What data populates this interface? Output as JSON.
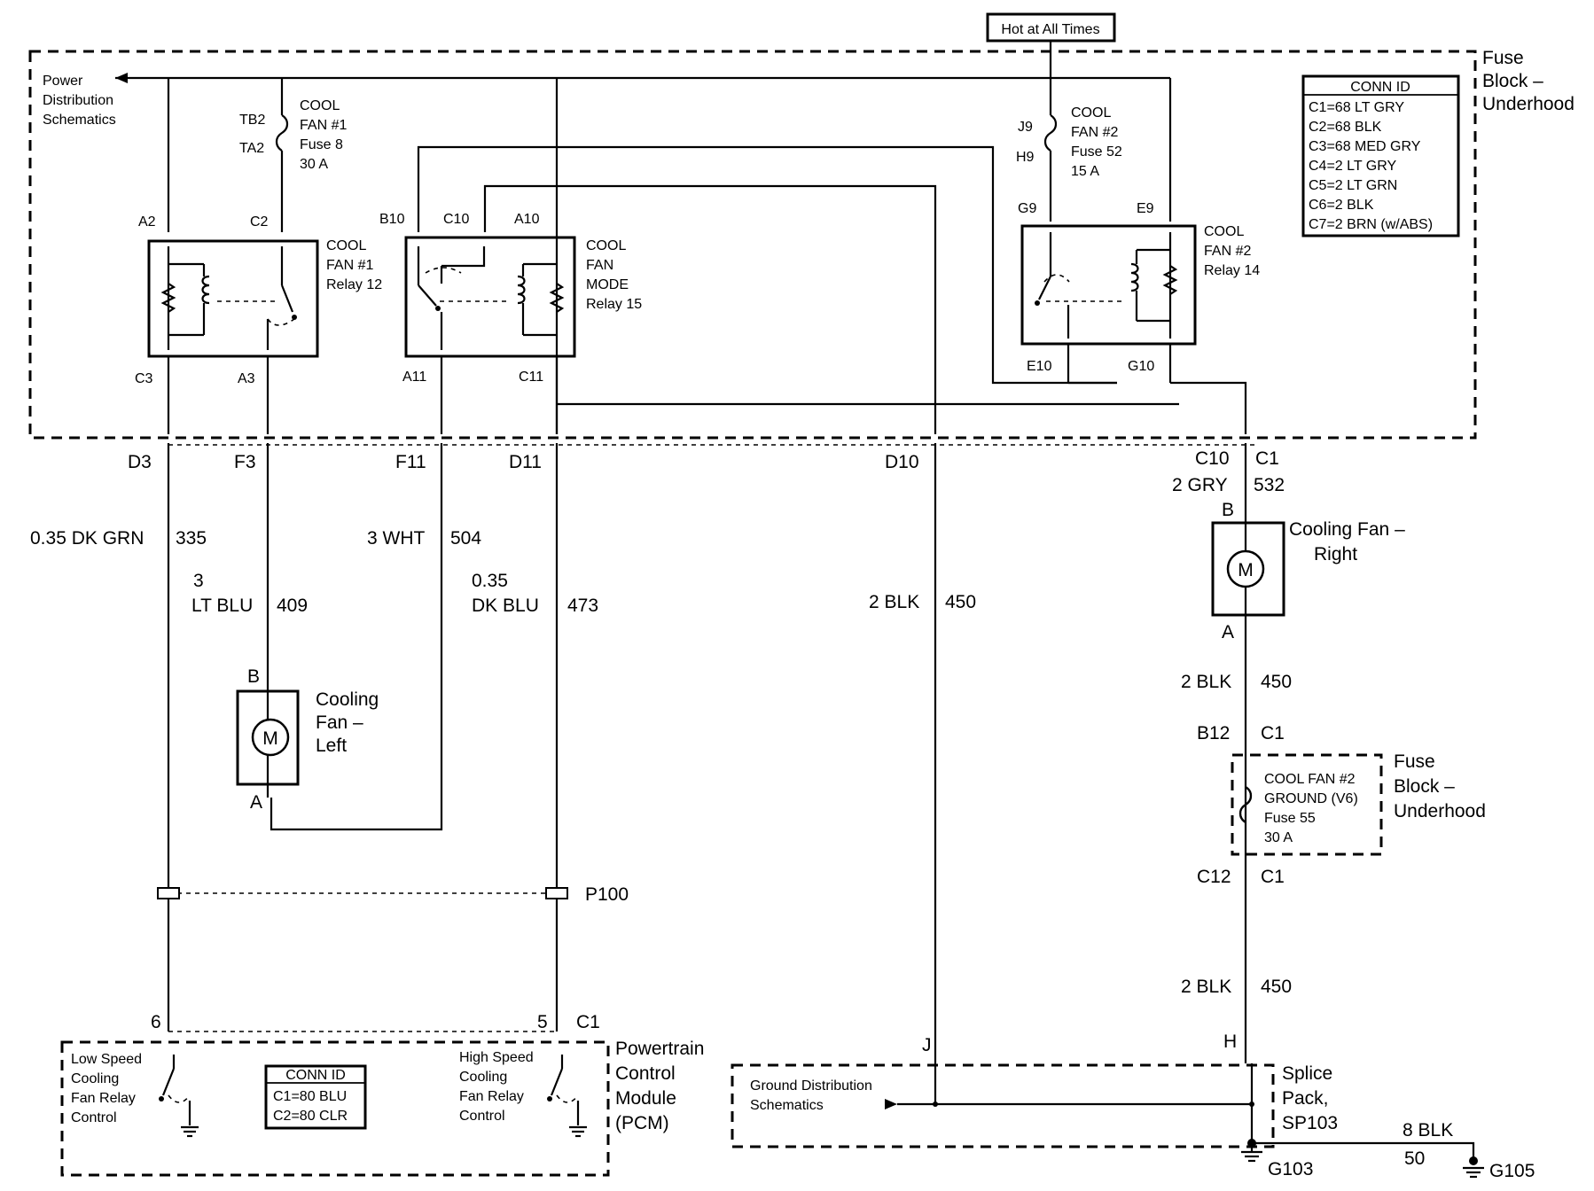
{
  "header": {
    "hot_label": "Hot at All Times"
  },
  "fuse_block_top": {
    "title": [
      "Fuse",
      "Block –",
      "Underhood"
    ],
    "power_dist": [
      "Power",
      "Distribution",
      "Schematics"
    ],
    "conn_id": {
      "title": "CONN ID",
      "rows": [
        "C1=68 LT GRY",
        "C2=68 BLK",
        "C3=68 MED GRY",
        "C4=2 LT GRY",
        "C5=2 LT GRN",
        "C6=2 BLK",
        "C7=2 BRN (w/ABS)"
      ]
    },
    "fuse8": {
      "label": [
        "COOL",
        "FAN #1",
        "Fuse 8",
        "30 A"
      ],
      "top_pin": "TB2",
      "bottom_pin": "TA2"
    },
    "fuse52": {
      "label": [
        "COOL",
        "FAN #2",
        "Fuse 52",
        "15 A"
      ],
      "top_pin": "J9",
      "bottom_pin": "H9"
    },
    "relay12": {
      "label": [
        "COOL",
        "FAN #1",
        "Relay 12"
      ],
      "pins": [
        "A2",
        "C2",
        "C3",
        "A3"
      ]
    },
    "relay15": {
      "label": [
        "COOL",
        "FAN",
        "MODE",
        "Relay 15"
      ],
      "pins": [
        "B10",
        "C10",
        "A10",
        "A11",
        "C11"
      ]
    },
    "relay14": {
      "label": [
        "COOL",
        "FAN #2",
        "Relay 14"
      ],
      "pins": [
        "G9",
        "E9",
        "E10",
        "G10"
      ]
    }
  },
  "connectors": {
    "d3": "D3",
    "f3": "F3",
    "f11": "F11",
    "d11": "D11",
    "d10": "D10",
    "c10": "C10",
    "c1": "C1"
  },
  "wires": {
    "w335": {
      "gauge": "0.35 DK GRN",
      "circuit": "335"
    },
    "w409": {
      "gauge_a": "3",
      "gauge_b": "LT BLU",
      "circuit": "409"
    },
    "w504": {
      "gauge": "3 WHT",
      "circuit": "504"
    },
    "w473": {
      "gauge_a": "0.35",
      "gauge_b": "DK BLU",
      "circuit": "473"
    },
    "w450a": {
      "gauge": "2 BLK",
      "circuit": "450"
    },
    "w532": {
      "gauge": "2 GRY",
      "circuit": "532"
    },
    "w450b": {
      "gauge": "2 BLK",
      "circuit": "450"
    },
    "w450c": {
      "gauge": "2 BLK",
      "circuit": "450"
    },
    "w50": {
      "gauge": "8 BLK",
      "circuit": "50"
    }
  },
  "fan_left": {
    "label": [
      "Cooling",
      "Fan –",
      "Left"
    ],
    "pin_b": "B",
    "pin_a": "A",
    "motor": "M"
  },
  "fan_right": {
    "label": [
      "Cooling Fan –",
      "Right"
    ],
    "pin_b": "B",
    "pin_a": "A",
    "motor": "M"
  },
  "p100": "P100",
  "fuse_block_bottom": {
    "conn_top_left": "B12",
    "conn_top_right": "C1",
    "label": [
      "COOL FAN #2",
      "GROUND (V6)",
      "Fuse 55",
      "30 A"
    ],
    "title": [
      "Fuse",
      "Block –",
      "Underhood"
    ],
    "conn_bot_left": "C12",
    "conn_bot_right": "C1"
  },
  "pcm": {
    "title": [
      "Powertrain",
      "Control",
      "Module",
      "(PCM)"
    ],
    "pin6": "6",
    "pin5": "5",
    "conn": "C1",
    "low": [
      "Low Speed",
      "Cooling",
      "Fan Relay",
      "Control"
    ],
    "high": [
      "High Speed",
      "Cooling",
      "Fan Relay",
      "Control"
    ],
    "conn_id": {
      "title": "CONN ID",
      "rows": [
        "C1=80 BLU",
        "C2=80 CLR"
      ]
    }
  },
  "splice": {
    "pin_j": "J",
    "pin_h": "H",
    "ground_dist": [
      "Ground Distribution",
      "Schematics"
    ],
    "title": [
      "Splice",
      "Pack,",
      "SP103"
    ],
    "g103": "G103",
    "g105": "G105"
  }
}
